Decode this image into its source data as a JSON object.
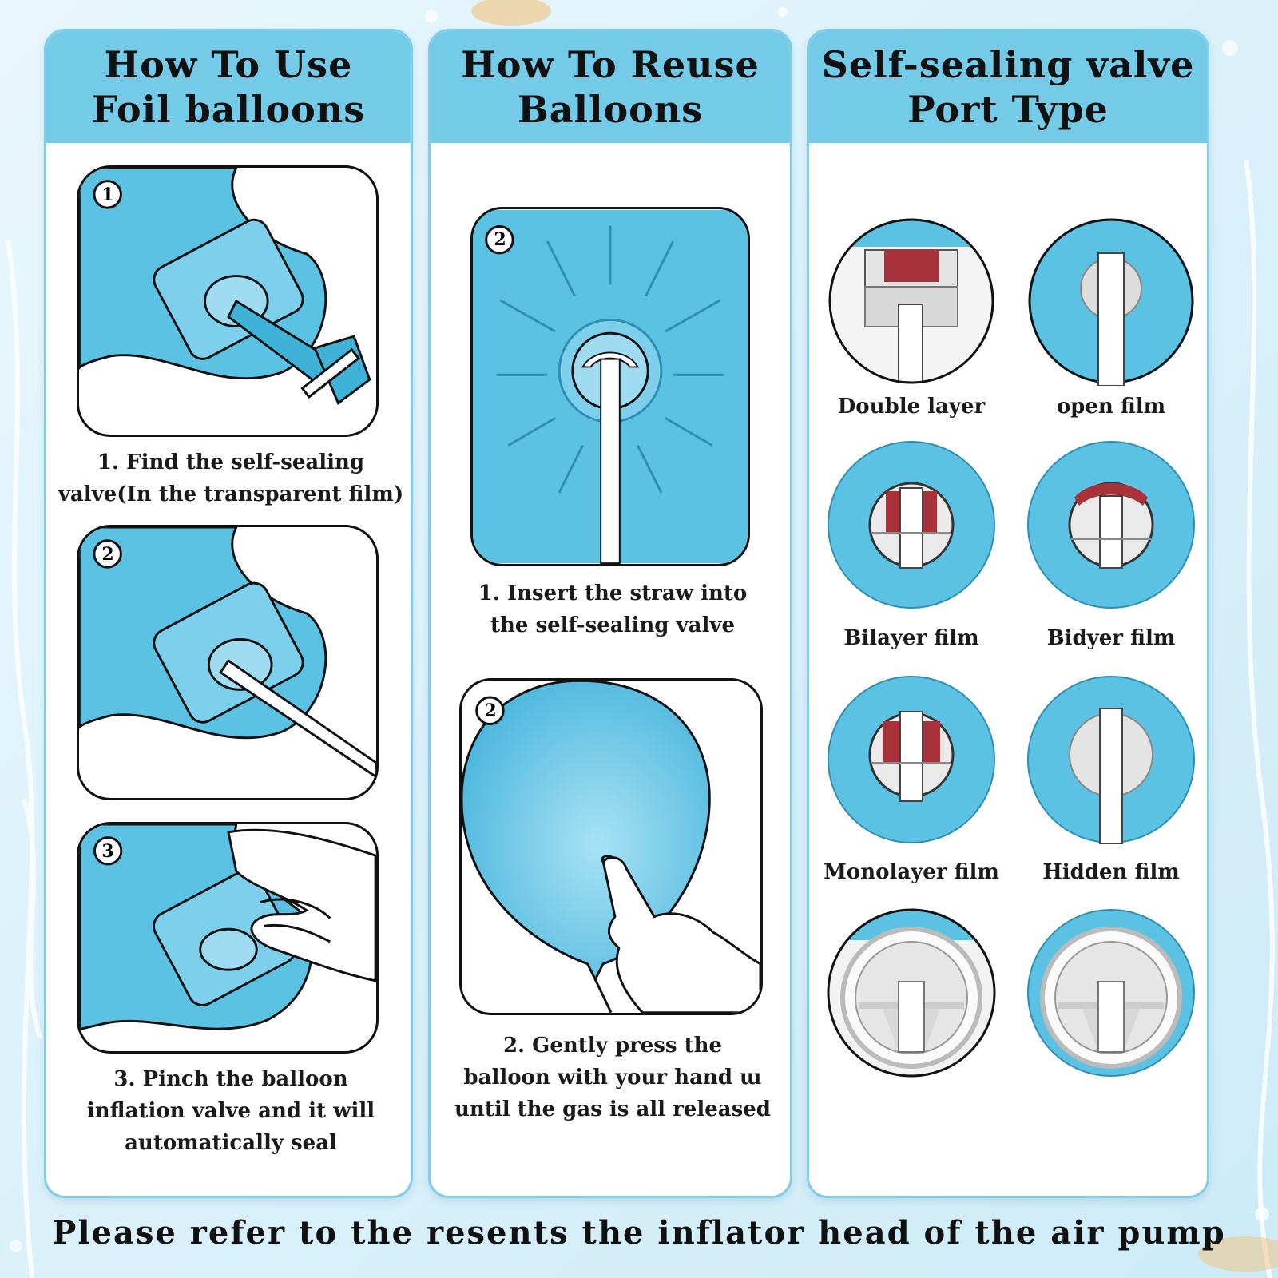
{
  "colors": {
    "accent": "#74cbe8",
    "balloon": "#5cc2e3",
    "valve_red": "#b23a3a",
    "ink": "#111111"
  },
  "columns": [
    {
      "title_line1": "How To Use",
      "title_line2": "Foil balloons",
      "steps": [
        {
          "number": "1",
          "caption": "1. Find the self-sealing\nvalve(In the transparent film)"
        },
        {
          "number": "2",
          "caption": ""
        },
        {
          "number": "3",
          "caption": "3. Pinch the balloon\ninflation valve and it will\nautomatically seal"
        }
      ]
    },
    {
      "title_line1": "How To Reuse",
      "title_line2": "Balloons",
      "steps": [
        {
          "number": "2",
          "caption": "1. Insert the straw into\nthe self-sealing valve"
        },
        {
          "number": "2",
          "caption": "2. Gently press the\nballoon with your hand ɯ\nuntil the gas is all released"
        }
      ]
    },
    {
      "title_line1": "Self-sealing valve",
      "title_line2": "Port Type",
      "ports": [
        {
          "label": "Double layer",
          "icon": "double-layer-valve-icon"
        },
        {
          "label": "open film",
          "icon": "open-film-valve-icon"
        },
        {
          "label": "Bilayer film",
          "icon": "bilayer-film-valve-icon"
        },
        {
          "label": "Bidyer film",
          "icon": "bidyer-film-valve-icon"
        },
        {
          "label": "Monolayer film",
          "icon": "monolayer-film-valve-icon"
        },
        {
          "label": "Hidden film",
          "icon": "hidden-film-valve-icon"
        },
        {
          "label": "",
          "icon": "pump-head-valve-icon"
        },
        {
          "label": "",
          "icon": "pump-head-valve-icon"
        }
      ]
    }
  ],
  "footer": "Please refer to the resents the inflator head of the air pump"
}
